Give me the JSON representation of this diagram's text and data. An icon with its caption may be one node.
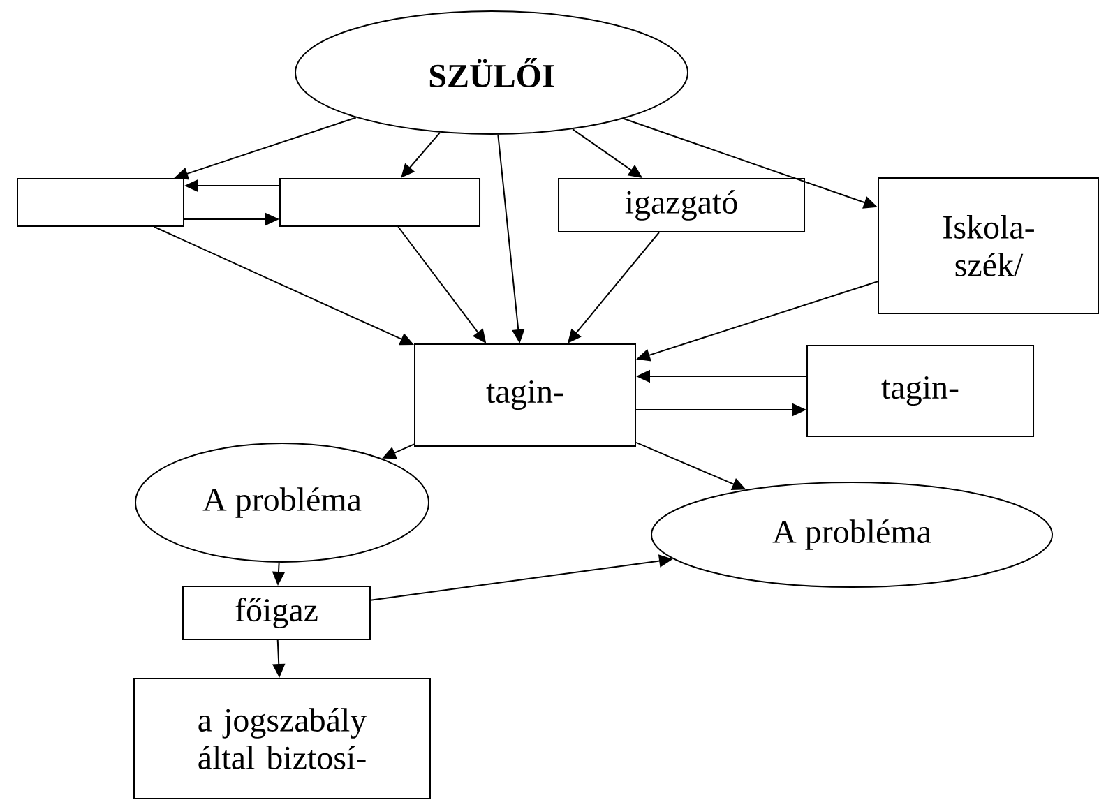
{
  "diagram": {
    "nodes": [
      {
        "text": [
          "SZÜLŐI"
        ]
      },
      {
        "text": [],
        "shape": "box"
      },
      {
        "text": [],
        "shape": "box"
      },
      {
        "text": [
          "igazgató"
        ]
      },
      {
        "text": [
          "Iskola- szék/"
        ]
      },
      {
        "text": [
          "tagin-"
        ]
      },
      {
        "text": [
          "tagin-"
        ]
      },
      {
        "text": [
          "A probléma"
        ]
      },
      {
        "text": [
          "A probléma"
        ]
      },
      {
        "text": [
          "főigaz"
        ]
      },
      {
        "text": [
          "a jogszabály által biztosí-"
        ]
      }
    ],
    "edges": [
      {
        "from": 0,
        "to": 1,
        "arrow": "to"
      },
      {
        "from": 0,
        "to": 2,
        "arrow": "to"
      },
      {
        "from": 0,
        "to": 3,
        "arrow": "to"
      },
      {
        "from": 0,
        "to": 4,
        "arrow": "to"
      },
      {
        "from": 2,
        "to": 1,
        "arrow": "to"
      },
      {
        "from": 1,
        "to": 2,
        "arrow": "to"
      },
      {
        "from": 0,
        "to": 5,
        "arrow": "to"
      },
      {
        "from": 1,
        "to": 5,
        "arrow": "to"
      },
      {
        "from": 2,
        "to": 5,
        "arrow": "to"
      },
      {
        "from": 3,
        "to": 5,
        "arrow": "to"
      },
      {
        "from": 4,
        "to": 5,
        "arrow": "to"
      },
      {
        "from": 6,
        "to": 5,
        "arrow": "to"
      },
      {
        "from": 5,
        "to": 6,
        "arrow": "to"
      },
      {
        "from": 5,
        "to": 7,
        "arrow": "to"
      },
      {
        "from": 5,
        "to": 8,
        "arrow": "to"
      },
      {
        "from": 7,
        "to": 9,
        "arrow": "to"
      },
      {
        "from": 9,
        "to": 10,
        "arrow": "to"
      },
      {
        "from": 9,
        "to": 8,
        "arrow": "to"
      }
    ]
  }
}
